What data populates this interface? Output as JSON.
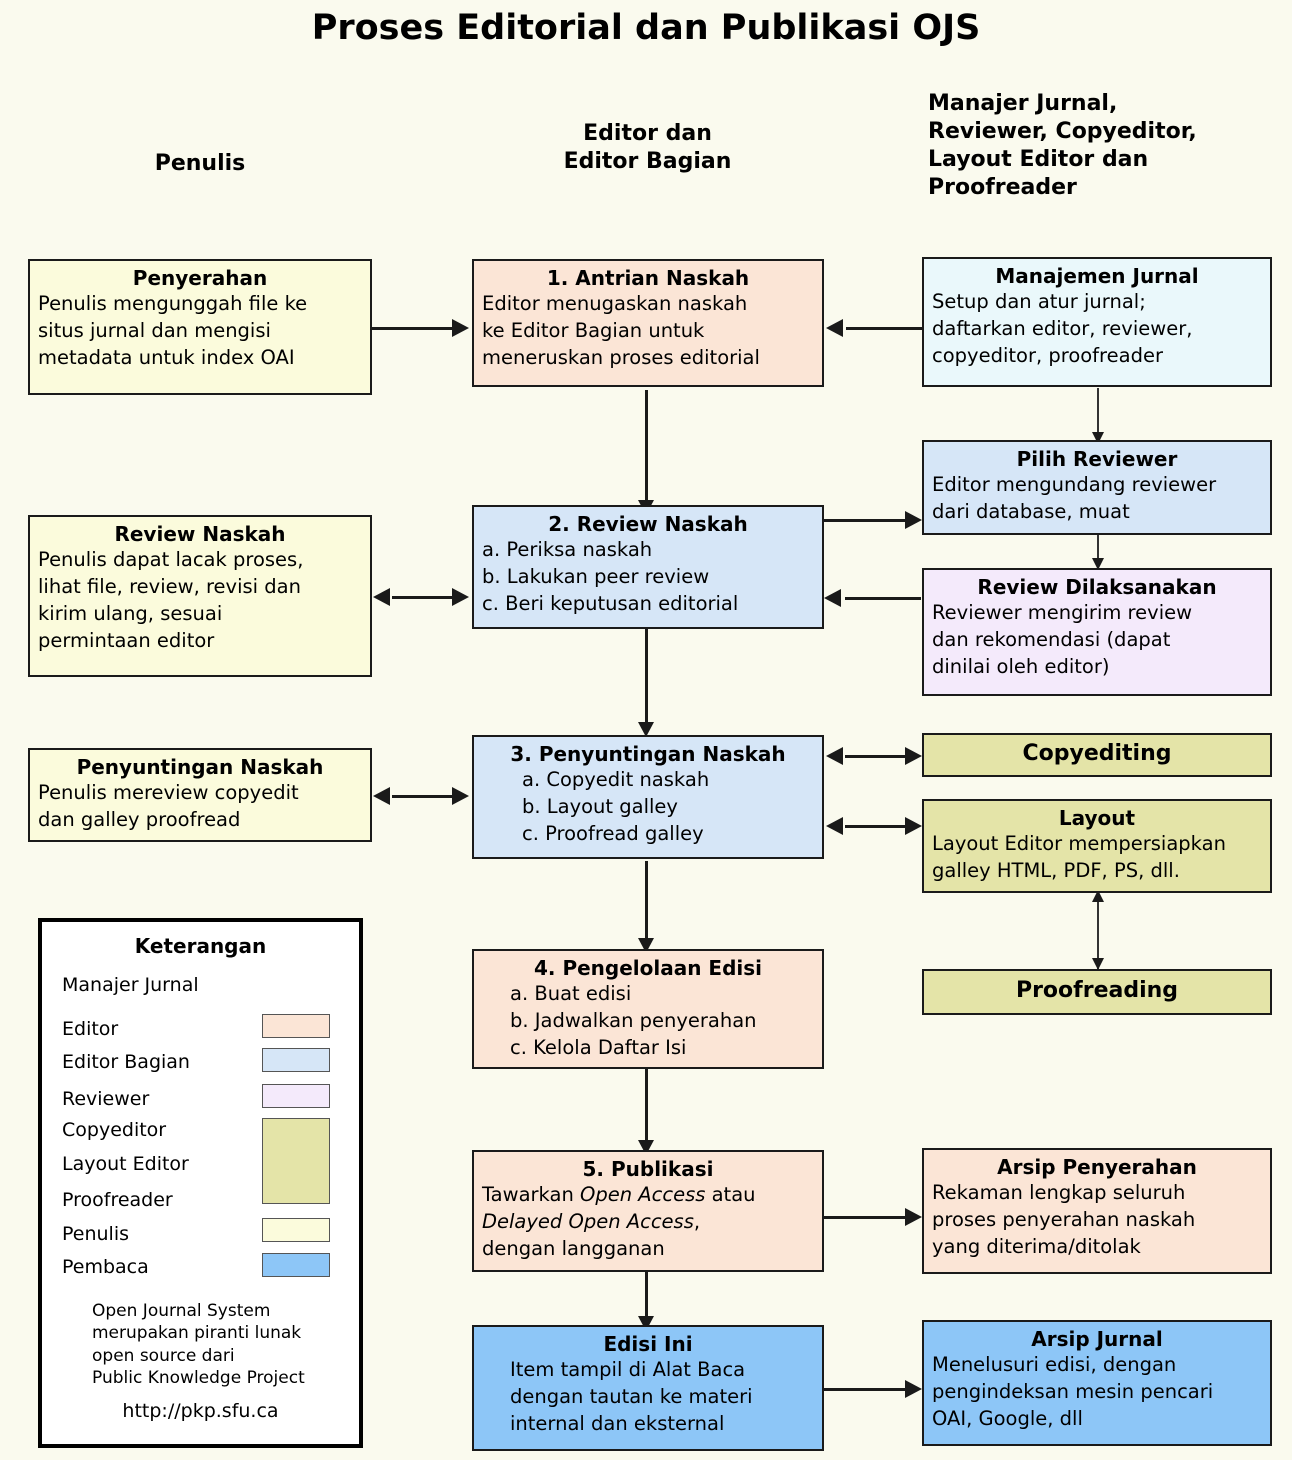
{
  "title": "Proses Editorial dan Publikasi OJS",
  "columns": {
    "author": "Penulis",
    "editor": "Editor dan\nEditor Bagian",
    "others": "Manajer Jurnal,\nReviewer, Copyeditor,\nLayout Editor dan\nProofreader"
  },
  "column_headings": {
    "c2_line1": "Editor dan",
    "c2_line2": "Editor Bagian",
    "c3_line1": "Manajer Jurnal,",
    "c3_line2": "Reviewer, Copyeditor,",
    "c3_line3": "Layout Editor dan",
    "c3_line4": "Proofreader"
  },
  "boxes": {
    "penyerahan": {
      "title": "Penyerahan",
      "l1": "Penulis mengunggah file ke",
      "l2": "situs jurnal dan mengisi",
      "l3": "metadata untuk index OAI"
    },
    "antrian": {
      "title": "1. Antrian Naskah",
      "l1": "Editor menugaskan naskah",
      "l2": "ke Editor Bagian untuk",
      "l3": "meneruskan proses editorial"
    },
    "manajemen": {
      "title": "Manajemen Jurnal",
      "l1": "Setup dan atur jurnal;",
      "l2": "daftarkan editor, reviewer,",
      "l3": "copyeditor, proofreader"
    },
    "review_naskah_author": {
      "title": "Review Naskah",
      "l1": "Penulis dapat lacak proses,",
      "l2": "lihat file, review, revisi dan",
      "l3": "kirim ulang, sesuai",
      "l4": "permintaan editor"
    },
    "review_naskah": {
      "title": "2. Review Naskah",
      "l1": "a. Periksa naskah",
      "l2": "b. Lakukan peer review",
      "l3": "c. Beri keputusan editorial"
    },
    "pilih_reviewer": {
      "title": "Pilih Reviewer",
      "l1": "Editor mengundang reviewer",
      "l2": "dari database, muat"
    },
    "review_dilaksanakan": {
      "title": "Review Dilaksanakan",
      "l1": "Reviewer mengirim review",
      "l2": "dan rekomendasi (dapat",
      "l3": "dinilai oleh editor)"
    },
    "penyuntingan_author": {
      "title": "Penyuntingan Naskah",
      "l1": "Penulis mereview copyedit",
      "l2": "dan galley proofread"
    },
    "penyuntingan": {
      "title": "3. Penyuntingan Naskah",
      "l1": "a. Copyedit naskah",
      "l2": "b. Layout galley",
      "l3": "c. Proofread galley"
    },
    "copyediting": {
      "title": "Copyediting"
    },
    "layout": {
      "title": "Layout",
      "l1": "Layout Editor mempersiapkan",
      "l2": "galley HTML, PDF, PS, dll."
    },
    "proofreading": {
      "title": "Proofreading"
    },
    "pengelolaan": {
      "title": "4. Pengelolaan Edisi",
      "l1": "a. Buat edisi",
      "l2": "b. Jadwalkan penyerahan",
      "l3": "c. Kelola Daftar Isi"
    },
    "publikasi": {
      "title": "5. Publikasi",
      "l1a": "Tawarkan ",
      "l1b": "Open Access",
      "l1c": " atau",
      "l2a": "Delayed Open Access",
      "l2b": ",",
      "l3": "dengan langganan"
    },
    "arsip_penyerahan": {
      "title": "Arsip Penyerahan",
      "l1": "Rekaman lengkap seluruh",
      "l2": "proses penyerahan naskah",
      "l3": "yang diterima/ditolak"
    },
    "edisi_ini": {
      "title": "Edisi Ini",
      "l1": "Item tampil di Alat Baca",
      "l2": "dengan tautan ke materi",
      "l3": "internal dan eksternal"
    },
    "arsip_jurnal": {
      "title": "Arsip Jurnal",
      "l1": "Menelusuri edisi, dengan",
      "l2": "pengindeksan mesin pencari",
      "l3": "OAI, Google, dll"
    }
  },
  "legend": {
    "title": "Keterangan",
    "items": [
      {
        "label": "Manajer Jurnal",
        "color": "#EAF8FB"
      },
      {
        "label": "Editor",
        "color": "#FBE5D6"
      },
      {
        "label": "Editor Bagian",
        "color": "#D6E6F7"
      },
      {
        "label": "Reviewer",
        "color": "#F4EAFB"
      },
      {
        "label": "Copyeditor",
        "color": "#E4E4A8"
      },
      {
        "label": "Layout Editor",
        "color": "#E4E4A8"
      },
      {
        "label": "Proofreader",
        "color": "#E4E4A8"
      },
      {
        "label": "Penulis",
        "color": "#FBFBDC"
      },
      {
        "label": "Pembaca",
        "color": "#8DC6F7"
      }
    ],
    "note_l1": "Open Journal System",
    "note_l2": "merupakan piranti lunak",
    "note_l3": "open source dari",
    "note_l4": "Public Knowledge Project",
    "url": "http://pkp.sfu.ca"
  },
  "colors": {
    "background": "#FAFAEE",
    "author": "#FBFBDC",
    "editor": "#FBE5D6",
    "section_editor": "#D6E6F7",
    "journal_manager": "#EAF8FB",
    "reviewer": "#F4EAFB",
    "copyeditor": "#E4E4A8",
    "reader": "#8DC6F7",
    "stroke": "#1a1a1a"
  }
}
